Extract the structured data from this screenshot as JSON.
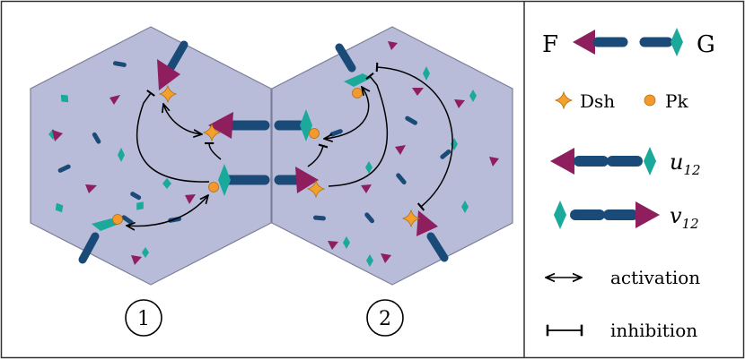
{
  "cells": [
    {
      "label": "1"
    },
    {
      "label": "2"
    }
  ],
  "legend": {
    "f_label": "F",
    "g_label": "G",
    "dsh_label": "Dsh",
    "pk_label": "Pk",
    "u12_var": "u",
    "u12_sub": "12",
    "v12_var": "v",
    "v12_sub": "12",
    "activation_label": "activation",
    "inhibition_label": "inhibition"
  },
  "colors": {
    "cell_fill": "#b9bcd9",
    "cell_stroke": "#7c7f9c",
    "frizzled_magenta": "#8e1e5e",
    "vangl_teal": "#1aa99b",
    "bar_blue": "#1a4a78",
    "dsh_orange": "#f4a12b",
    "pk_orange": "#f29a2e",
    "arrow_black": "#000000"
  }
}
